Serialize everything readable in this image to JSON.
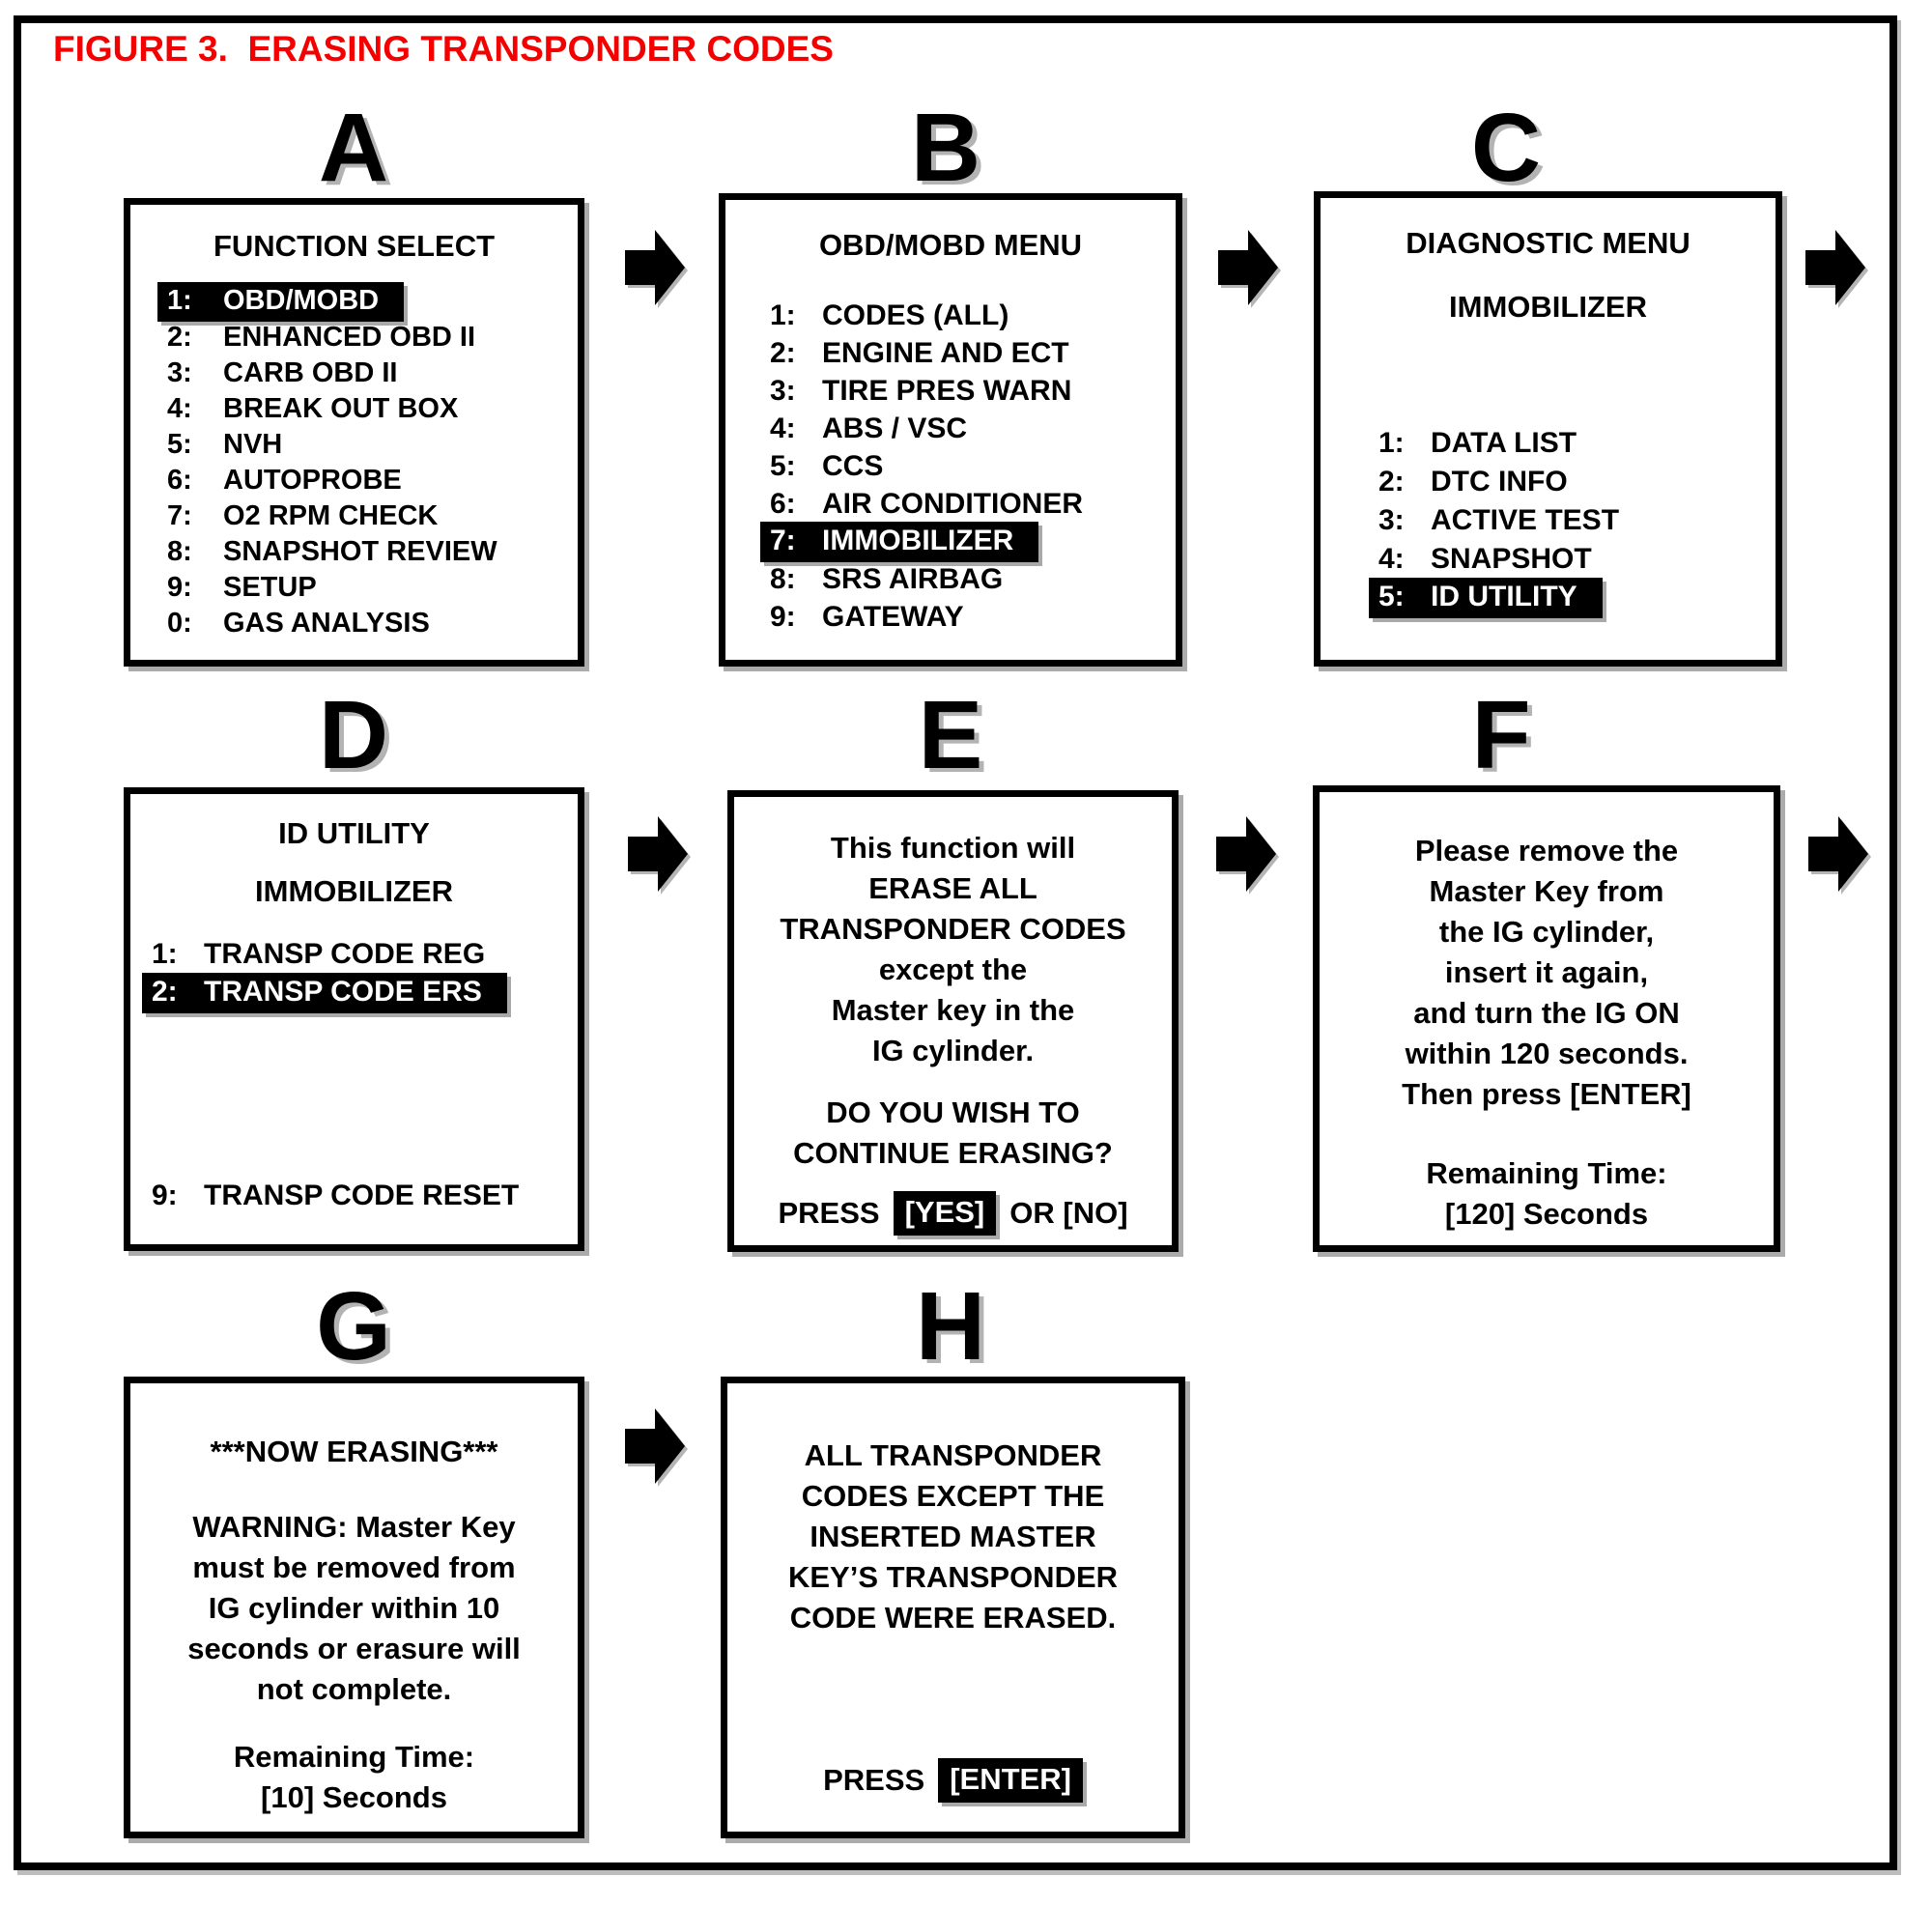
{
  "figure_title": "FIGURE 3.  ERASING TRANSPONDER CODES",
  "colors": {
    "title_red": "#f40000",
    "highlight_bg": "#000000",
    "highlight_fg": "#ffffff"
  },
  "panels": {
    "a": {
      "letter": "A",
      "header": "FUNCTION SELECT",
      "items": [
        {
          "num": "1:",
          "label": "OBD/MOBD",
          "highlighted": true
        },
        {
          "num": "2:",
          "label": "ENHANCED OBD II",
          "highlighted": false
        },
        {
          "num": "3:",
          "label": "CARB OBD II",
          "highlighted": false
        },
        {
          "num": "4:",
          "label": "BREAK OUT BOX",
          "highlighted": false
        },
        {
          "num": "5:",
          "label": "NVH",
          "highlighted": false
        },
        {
          "num": "6:",
          "label": "AUTOPROBE",
          "highlighted": false
        },
        {
          "num": "7:",
          "label": "O2 RPM CHECK",
          "highlighted": false
        },
        {
          "num": "8:",
          "label": "SNAPSHOT REVIEW",
          "highlighted": false
        },
        {
          "num": "9:",
          "label": "SETUP",
          "highlighted": false
        },
        {
          "num": "0:",
          "label": "GAS ANALYSIS",
          "highlighted": false
        }
      ]
    },
    "b": {
      "letter": "B",
      "header": "OBD/MOBD MENU",
      "items": [
        {
          "num": "1:",
          "label": "CODES (ALL)",
          "highlighted": false
        },
        {
          "num": "2:",
          "label": "ENGINE AND ECT",
          "highlighted": false
        },
        {
          "num": "3:",
          "label": "TIRE PRES WARN",
          "highlighted": false
        },
        {
          "num": "4:",
          "label": "ABS / VSC",
          "highlighted": false
        },
        {
          "num": "5:",
          "label": "CCS",
          "highlighted": false
        },
        {
          "num": "6:",
          "label": "AIR CONDITIONER",
          "highlighted": false
        },
        {
          "num": "7:",
          "label": "IMMOBILIZER",
          "highlighted": true
        },
        {
          "num": "8:",
          "label": "SRS AIRBAG",
          "highlighted": false
        },
        {
          "num": "9:",
          "label": "GATEWAY",
          "highlighted": false
        }
      ]
    },
    "c": {
      "letter": "C",
      "header_line1": "DIAGNOSTIC MENU",
      "header_line2": "IMMOBILIZER",
      "items": [
        {
          "num": "1:",
          "label": "DATA LIST",
          "highlighted": false
        },
        {
          "num": "2:",
          "label": "DTC INFO",
          "highlighted": false
        },
        {
          "num": "3:",
          "label": "ACTIVE TEST",
          "highlighted": false
        },
        {
          "num": "4:",
          "label": "SNAPSHOT",
          "highlighted": false
        },
        {
          "num": "5:",
          "label": "ID UTILITY",
          "highlighted": true
        }
      ]
    },
    "d": {
      "letter": "D",
      "header_line1": "ID UTILITY",
      "header_line2": "IMMOBILIZER",
      "items": [
        {
          "num": "1:",
          "label": "TRANSP CODE REG",
          "highlighted": false
        },
        {
          "num": "2:",
          "label": "TRANSP CODE ERS",
          "highlighted": true
        }
      ],
      "bottom_item": {
        "num": "9:",
        "label": "TRANSP CODE RESET",
        "highlighted": false
      }
    },
    "e": {
      "letter": "E",
      "lines": [
        "This function will",
        "ERASE ALL",
        "TRANSPONDER CODES",
        "except the",
        "Master key in the",
        "IG cylinder."
      ],
      "question": [
        "DO YOU WISH TO",
        "CONTINUE ERASING?"
      ],
      "press_label": "PRESS",
      "press_yes": "[YES]",
      "press_suffix": "OR [NO]"
    },
    "f": {
      "letter": "F",
      "lines": [
        "Please remove the",
        "Master Key from",
        "the IG cylinder,",
        "insert it again,",
        "and turn the IG ON",
        "within 120 seconds.",
        "Then press [ENTER]"
      ],
      "footer": [
        "Remaining Time:",
        "[120] Seconds"
      ]
    },
    "g": {
      "letter": "G",
      "status": "***NOW ERASING***",
      "warning": [
        "WARNING: Master Key",
        "must be removed from",
        "IG cylinder within 10",
        "seconds or erasure will",
        "not complete."
      ],
      "footer": [
        "Remaining Time:",
        "[10] Seconds"
      ]
    },
    "h": {
      "letter": "H",
      "lines": [
        "ALL TRANSPONDER",
        "CODES EXCEPT THE",
        "INSERTED MASTER",
        "KEY’S TRANSPONDER",
        "CODE WERE ERASED."
      ],
      "press_label": "PRESS",
      "press_enter": "[ENTER]"
    }
  }
}
